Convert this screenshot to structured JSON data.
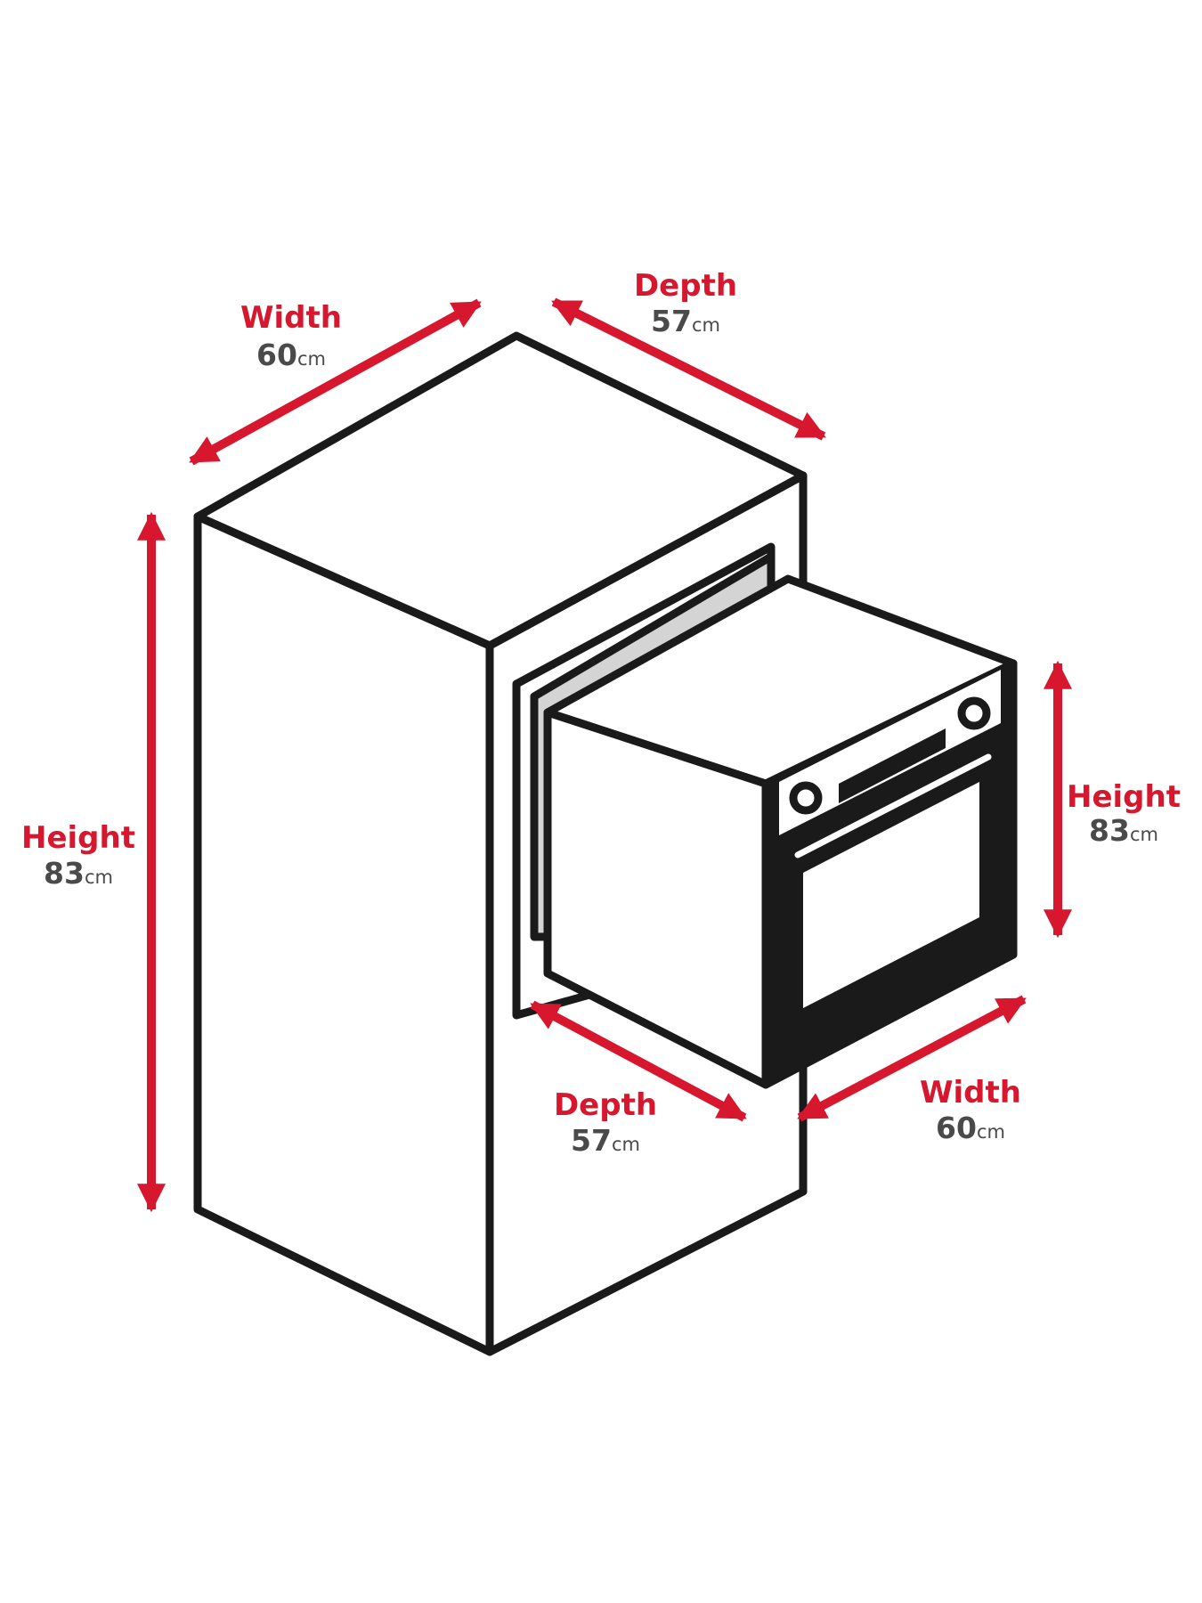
{
  "colors": {
    "outline": "#1a1a1a",
    "arrow": "#d6172e",
    "label": "#d6172e",
    "value": "#4a4a4a",
    "inner_panel": "#d4d4d4",
    "background": "#ffffff"
  },
  "cabinet": {
    "width": {
      "label": "Width",
      "value": "60",
      "unit": "cm"
    },
    "depth": {
      "label": "Depth",
      "value": "57",
      "unit": "cm"
    },
    "height": {
      "label": "Height",
      "value": "83",
      "unit": "cm"
    }
  },
  "oven": {
    "width": {
      "label": "Width",
      "value": "60",
      "unit": "cm"
    },
    "depth": {
      "label": "Depth",
      "value": "57",
      "unit": "cm"
    },
    "height": {
      "label": "Height",
      "value": "83",
      "unit": "cm"
    }
  }
}
